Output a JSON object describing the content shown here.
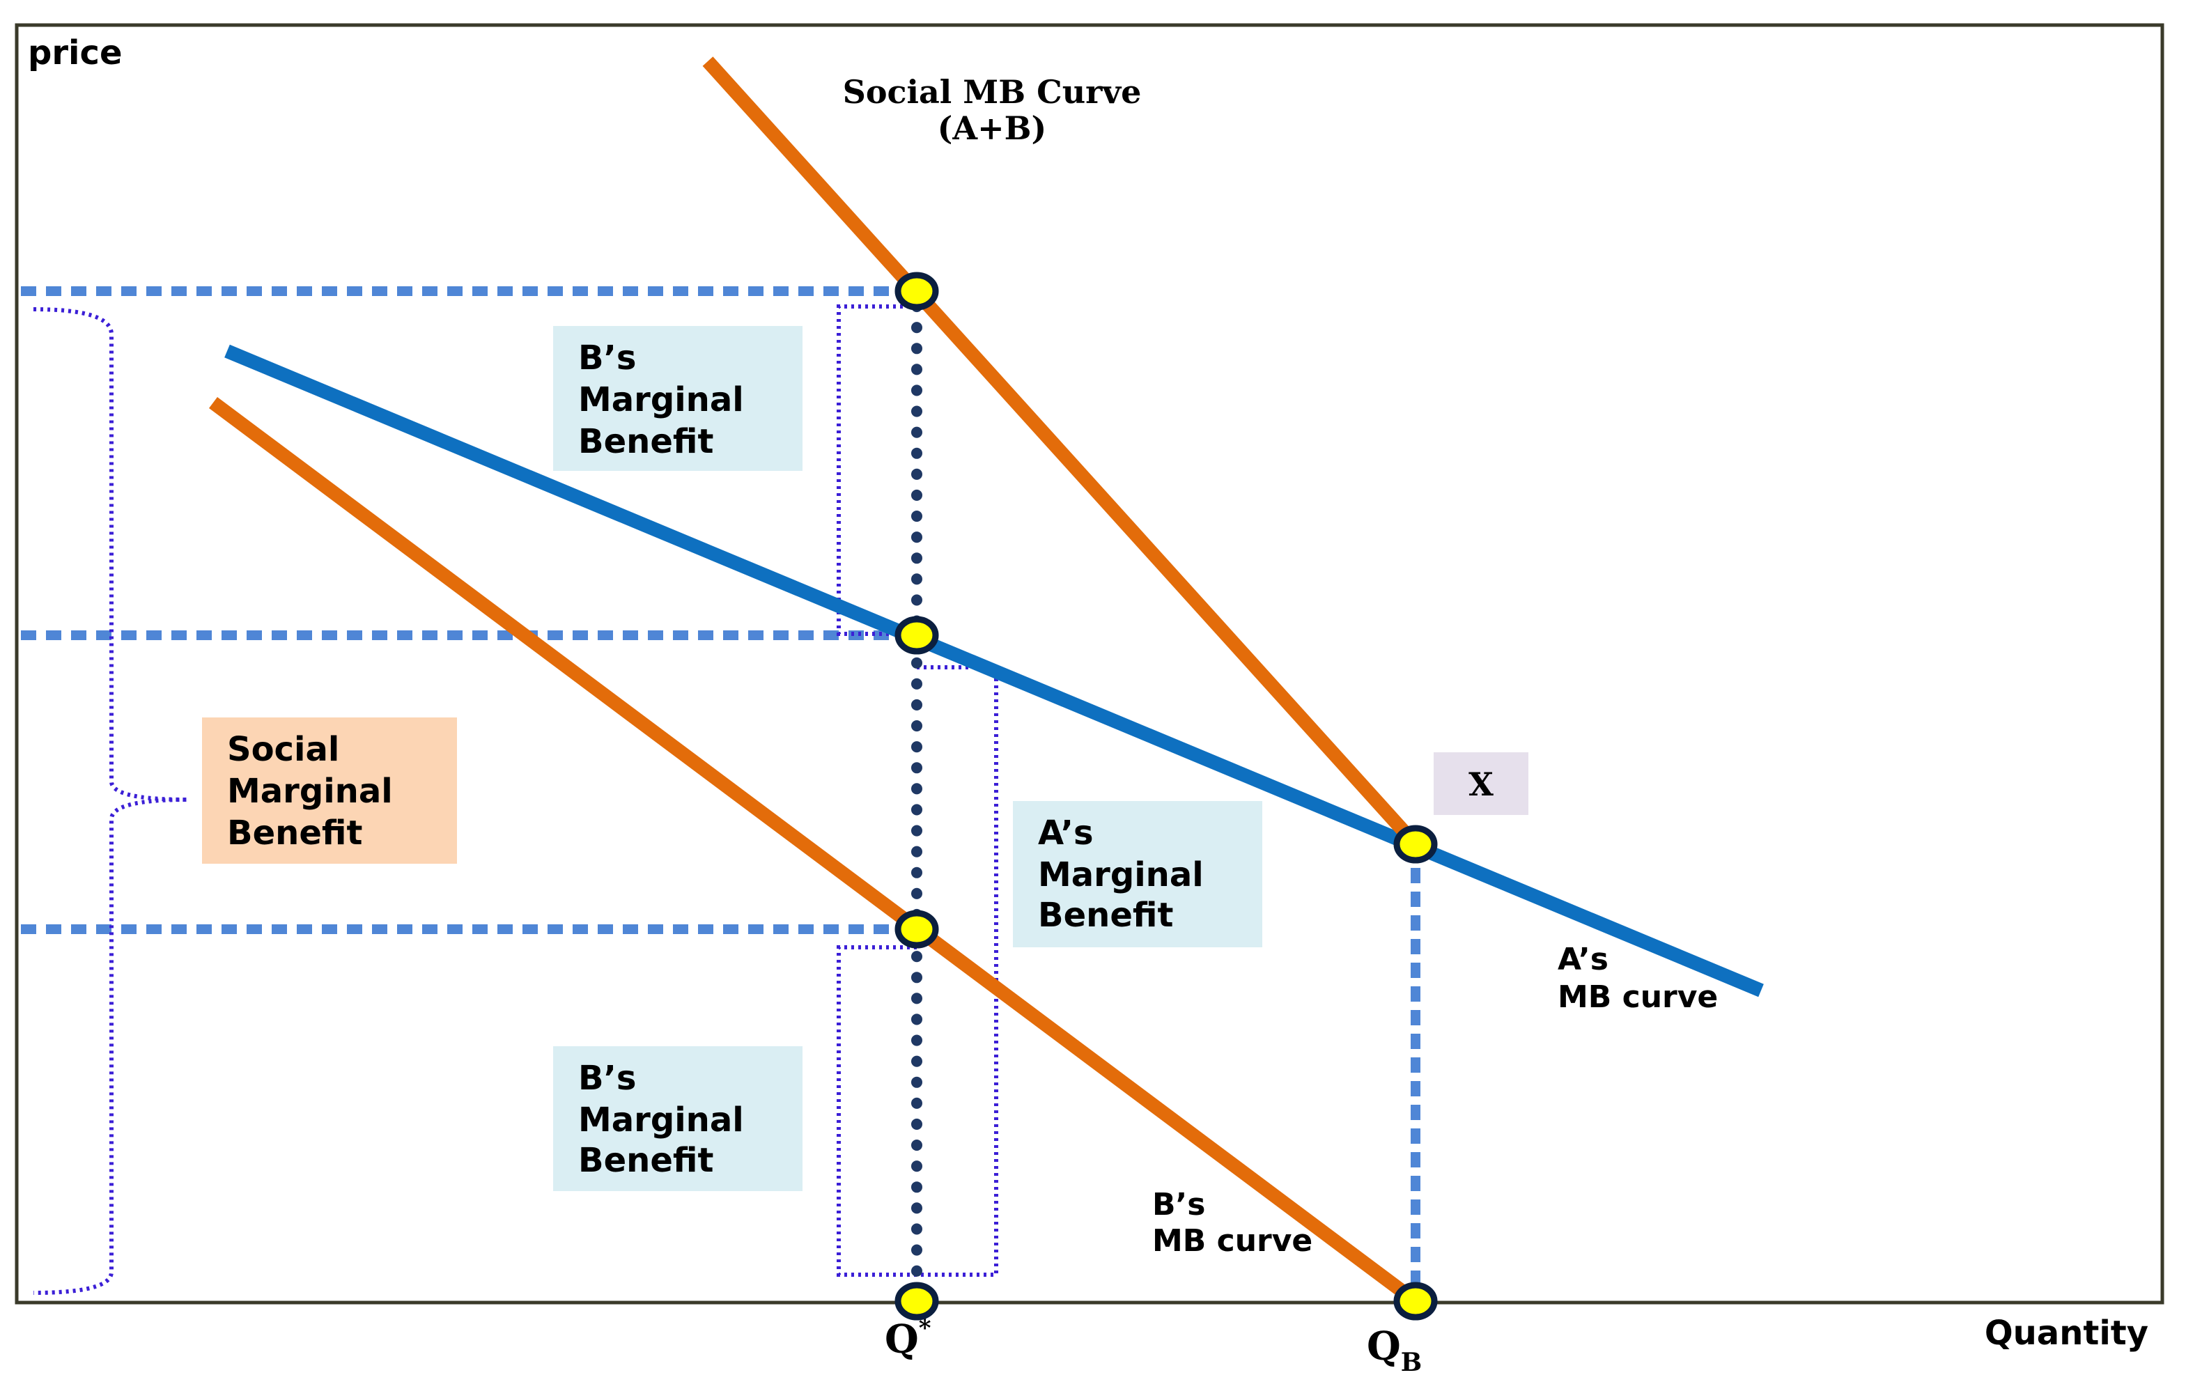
{
  "colors": {
    "frame": "#3a3a2a",
    "orange_curve": "#e36c0a",
    "blue_curve": "#0e70c0",
    "dash_blue": "#4f86d6",
    "dots_navy": "#1f3864",
    "bracket_purple": "#3b1fd6",
    "point_fill": "#ffff00",
    "point_stroke": "#0b1f3f",
    "box_blue": "#daeef3",
    "box_orange": "#fcd5b4",
    "box_x": "#e6e0ec"
  },
  "axes": {
    "y_label": "price",
    "x_label": "Quantity"
  },
  "curves": {
    "social_title_line1": "Social MB Curve",
    "social_title_line2": "(A+B)",
    "a_label_line1": "A’s",
    "a_label_line2": "MB curve",
    "b_label_line1": "B’s",
    "b_label_line2": "MB curve"
  },
  "boxes": {
    "b_upper": [
      "B’s",
      "Marginal",
      "Benefit"
    ],
    "a_mid": [
      "A’s",
      "Marginal",
      "Benefit"
    ],
    "b_lower": [
      "B’s",
      "Marginal",
      "Benefit"
    ],
    "social": [
      "Social",
      "Marginal",
      "Benefit"
    ],
    "x_label": "X"
  },
  "ticks": {
    "q_star": "Q",
    "q_star_sup": "*",
    "q_b": "Q",
    "q_b_sub": "B"
  }
}
